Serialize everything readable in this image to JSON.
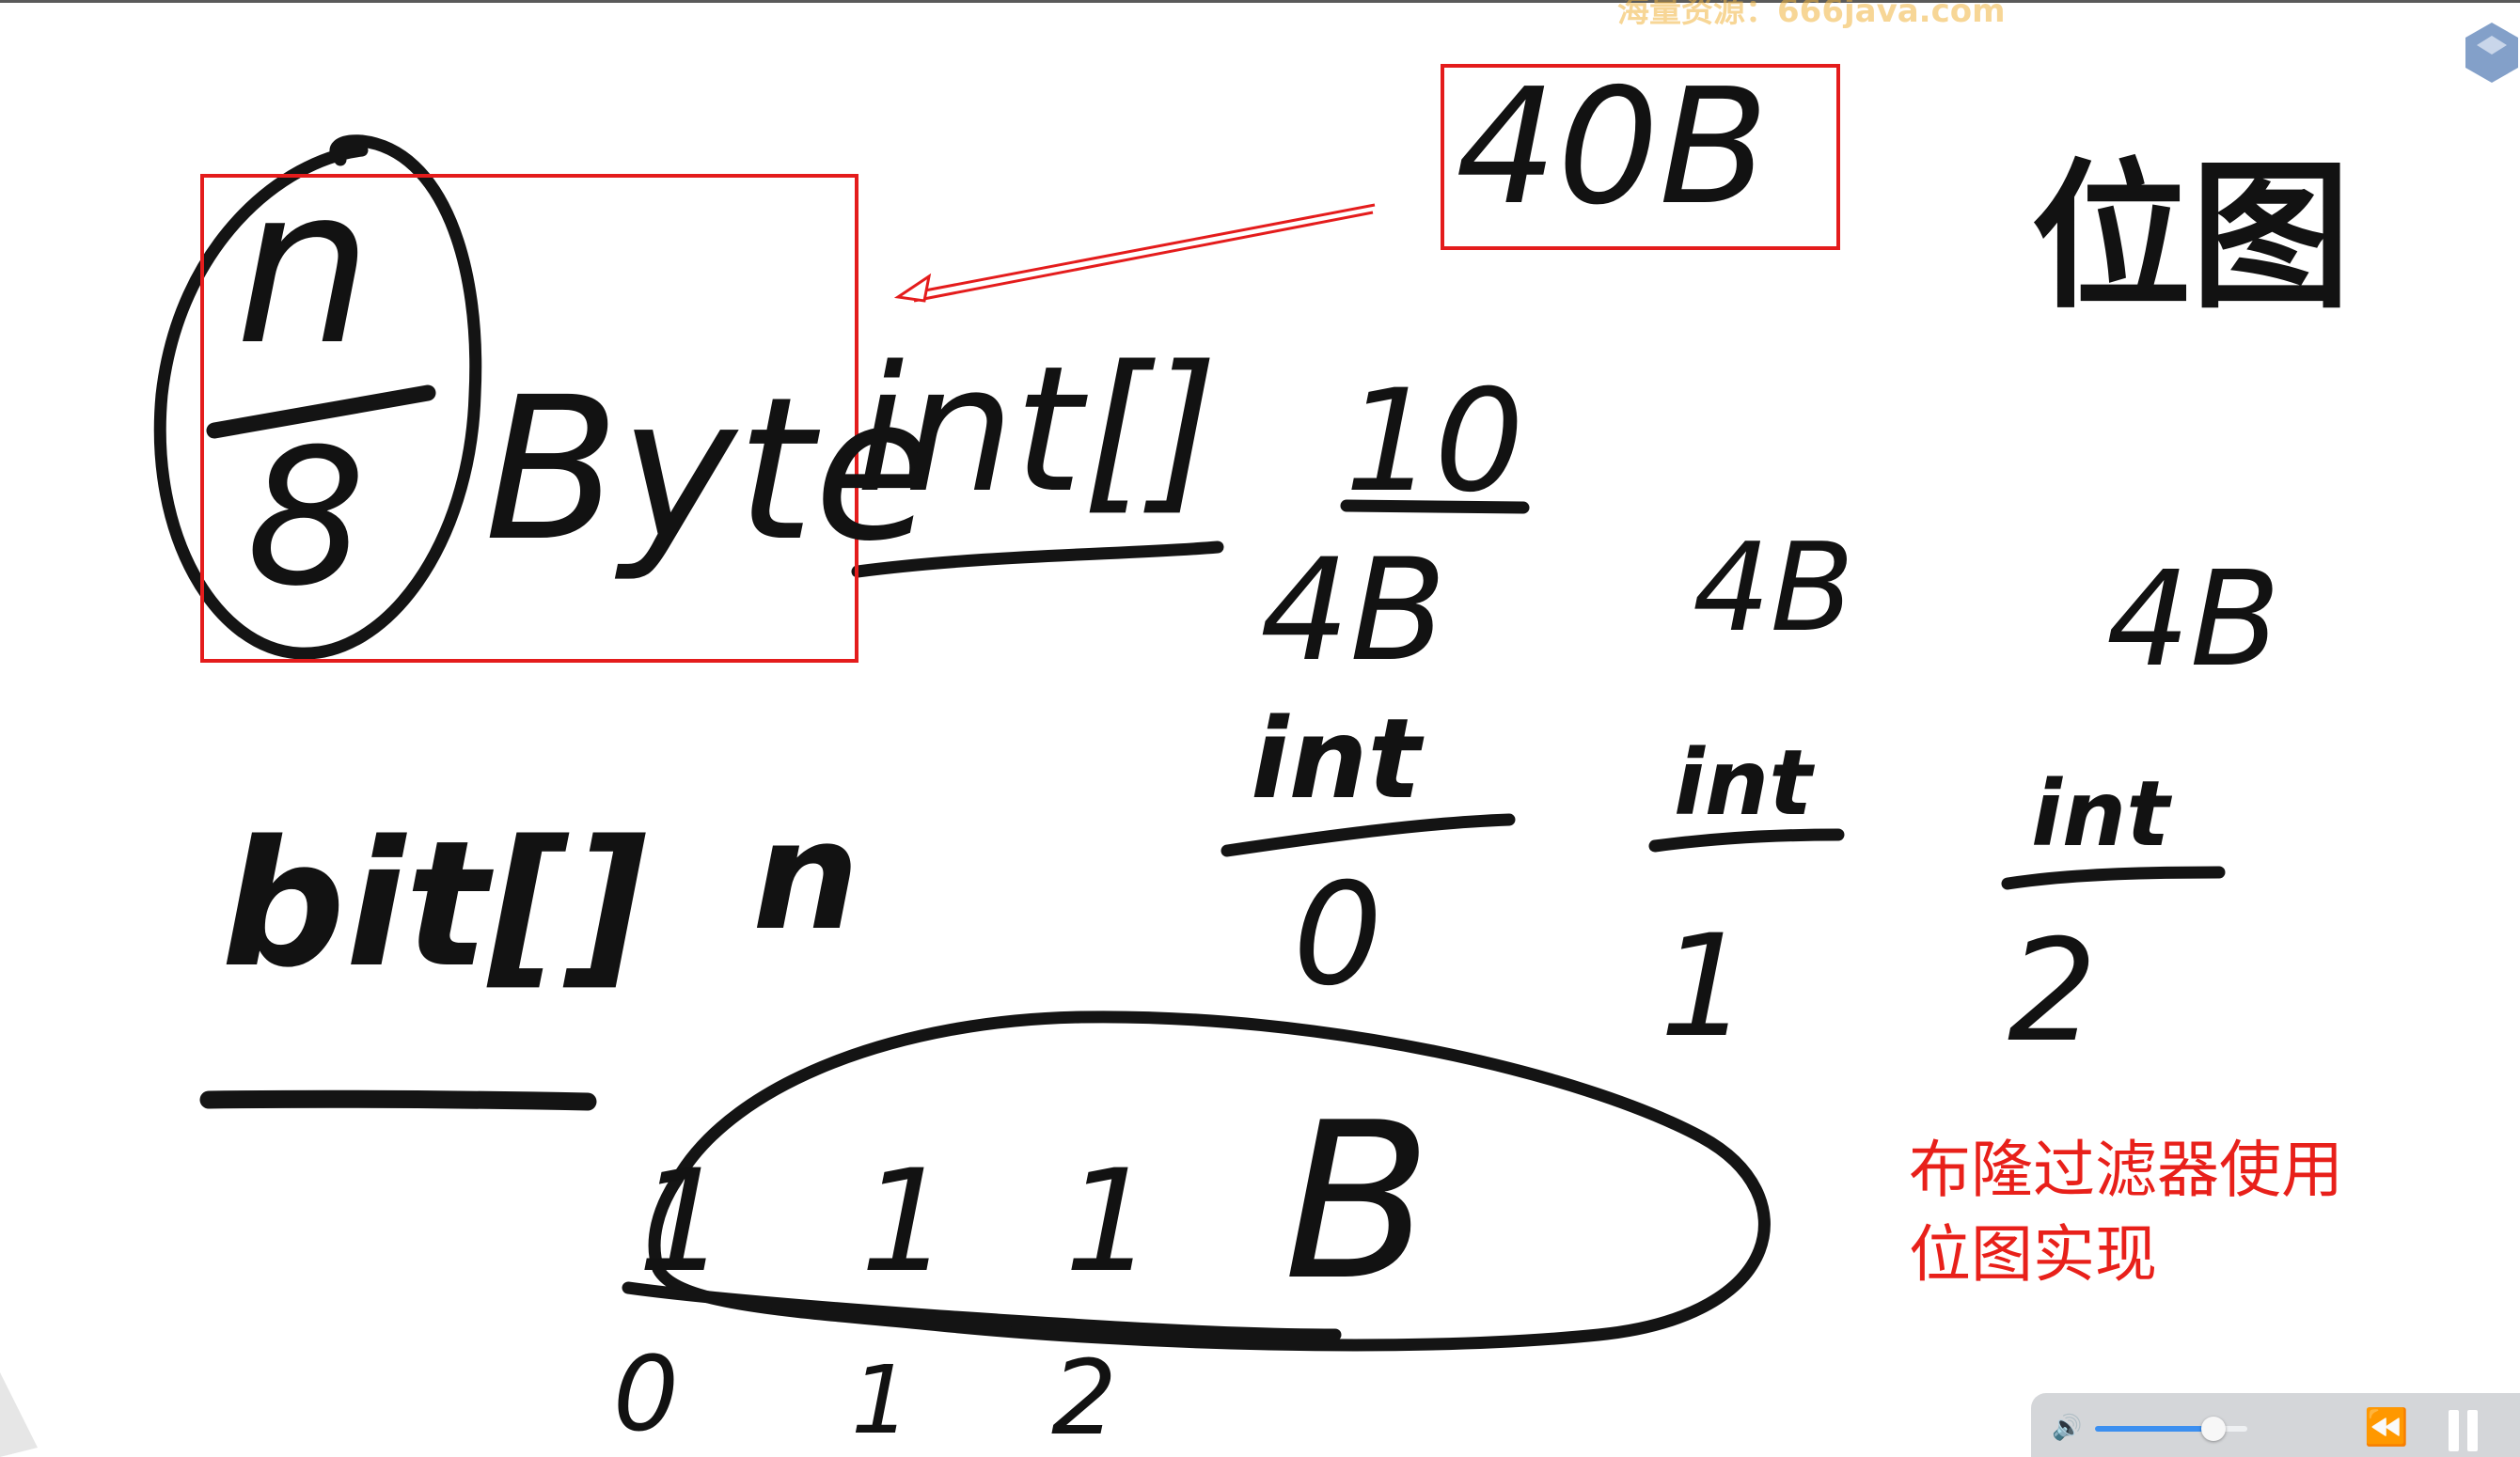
{
  "whiteboard": {
    "n_top": "n",
    "n_bottom": "8",
    "byte": "Byte",
    "int_array": "int[]",
    "ten": "10",
    "forty_b": "40B",
    "title": "位图",
    "int_cells": [
      {
        "size": "4B",
        "type": "int",
        "index": "0"
      },
      {
        "size": "4B",
        "type": "int",
        "index": "1"
      },
      {
        "size": "4B",
        "type": "int",
        "index": "2"
      }
    ],
    "bit_array": "bit[]",
    "n_mid": "n",
    "bits": [
      "1",
      "1",
      "1",
      "B"
    ],
    "bit_indices": [
      "0",
      "1",
      "2"
    ]
  },
  "note": {
    "line1": "布隆过滤器使用",
    "line2": "位图实现"
  },
  "watermark": {
    "text": "海量资源：666java.com"
  },
  "player": {
    "volume_icon": "speaker-icon",
    "rewind_icon": "rewind-icon",
    "pause_icon": "pause-icon",
    "volume_level": 0.78
  },
  "colors": {
    "ink": "#141414",
    "annotation_red": "#e41c1c",
    "note_red": "#e8201a",
    "player_bg": "#d4d6d9",
    "volume_fill": "#3b8ff0"
  }
}
